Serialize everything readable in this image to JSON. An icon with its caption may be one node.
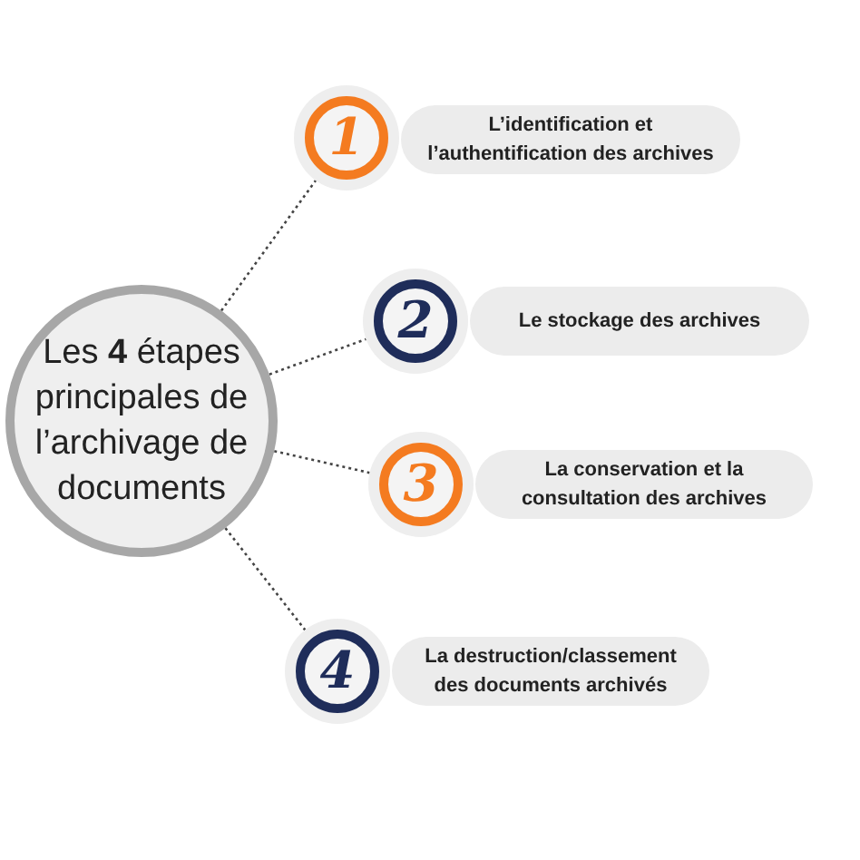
{
  "diagram": {
    "nodes": [
      {
        "text": [
          "Les **4** étapes principales de l’archivage de documents"
        ]
      },
      {
        "text": [
          "1"
        ]
      },
      {
        "text": [
          "L’identification et l’authentification des archives"
        ]
      },
      {
        "text": [
          "2"
        ]
      },
      {
        "text": [
          "Le stockage des archives"
        ]
      },
      {
        "text": [
          "3"
        ]
      },
      {
        "text": [
          "La conservation et la consultation des archives"
        ]
      },
      {
        "text": [
          "4"
        ]
      },
      {
        "text": [
          "La destruction/classement des documents archivés"
        ]
      }
    ],
    "edges": [
      {
        "from": 0,
        "to": 1,
        "arrow": "none",
        "style": "dashed"
      },
      {
        "from": 0,
        "to": 3,
        "arrow": "none",
        "style": "dashed"
      },
      {
        "from": 0,
        "to": 5,
        "arrow": "none",
        "style": "dashed"
      },
      {
        "from": 0,
        "to": 7,
        "arrow": "none",
        "style": "dashed"
      }
    ]
  }
}
